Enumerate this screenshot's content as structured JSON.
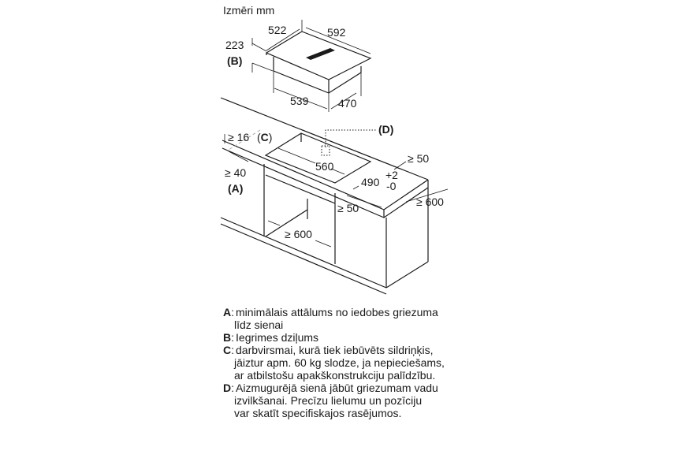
{
  "title": "Izmēri mm",
  "hob_dims": {
    "width": "592",
    "depth": "522",
    "height": "223",
    "height_ref": "(B)",
    "body_width": "539",
    "body_depth": "470"
  },
  "cutout_dims": {
    "worktop_thickness": "≥ 16",
    "worktop_ref": "C",
    "wall_distance": "≥ 40",
    "wall_ref": "(A)",
    "cutout_width": "560",
    "cutout_depth": "490",
    "tol_plus": "+2",
    "tol_minus": "-0",
    "rear_gap": "≥ 50",
    "front_gap": "≥ 50",
    "worktop_depth": "≥ 600",
    "cabinet_width": "≥ 600",
    "cable_ref": "(D)"
  },
  "legend": [
    {
      "key": "A",
      "lines": [
        "minimālais attālums no iedobes griezuma",
        "līdz sienai"
      ]
    },
    {
      "key": "B",
      "lines": [
        "Iegrimes dziļums"
      ]
    },
    {
      "key": "C",
      "lines": [
        "darbvirsmai, kurā tiek iebūvēts sildriņķis,",
        "jāiztur apm. 60 kg slodze, ja nepieciešams,",
        "ar atbilstošu apakškonstrukciju palīdzību."
      ]
    },
    {
      "key": "D",
      "lines": [
        "Aizmugurējā sienā jābūt griezumam vadu",
        "izvilkšanai. Precīzu lielumu un pozīciju",
        "var skatīt specifiskajos rasējumos."
      ]
    }
  ]
}
